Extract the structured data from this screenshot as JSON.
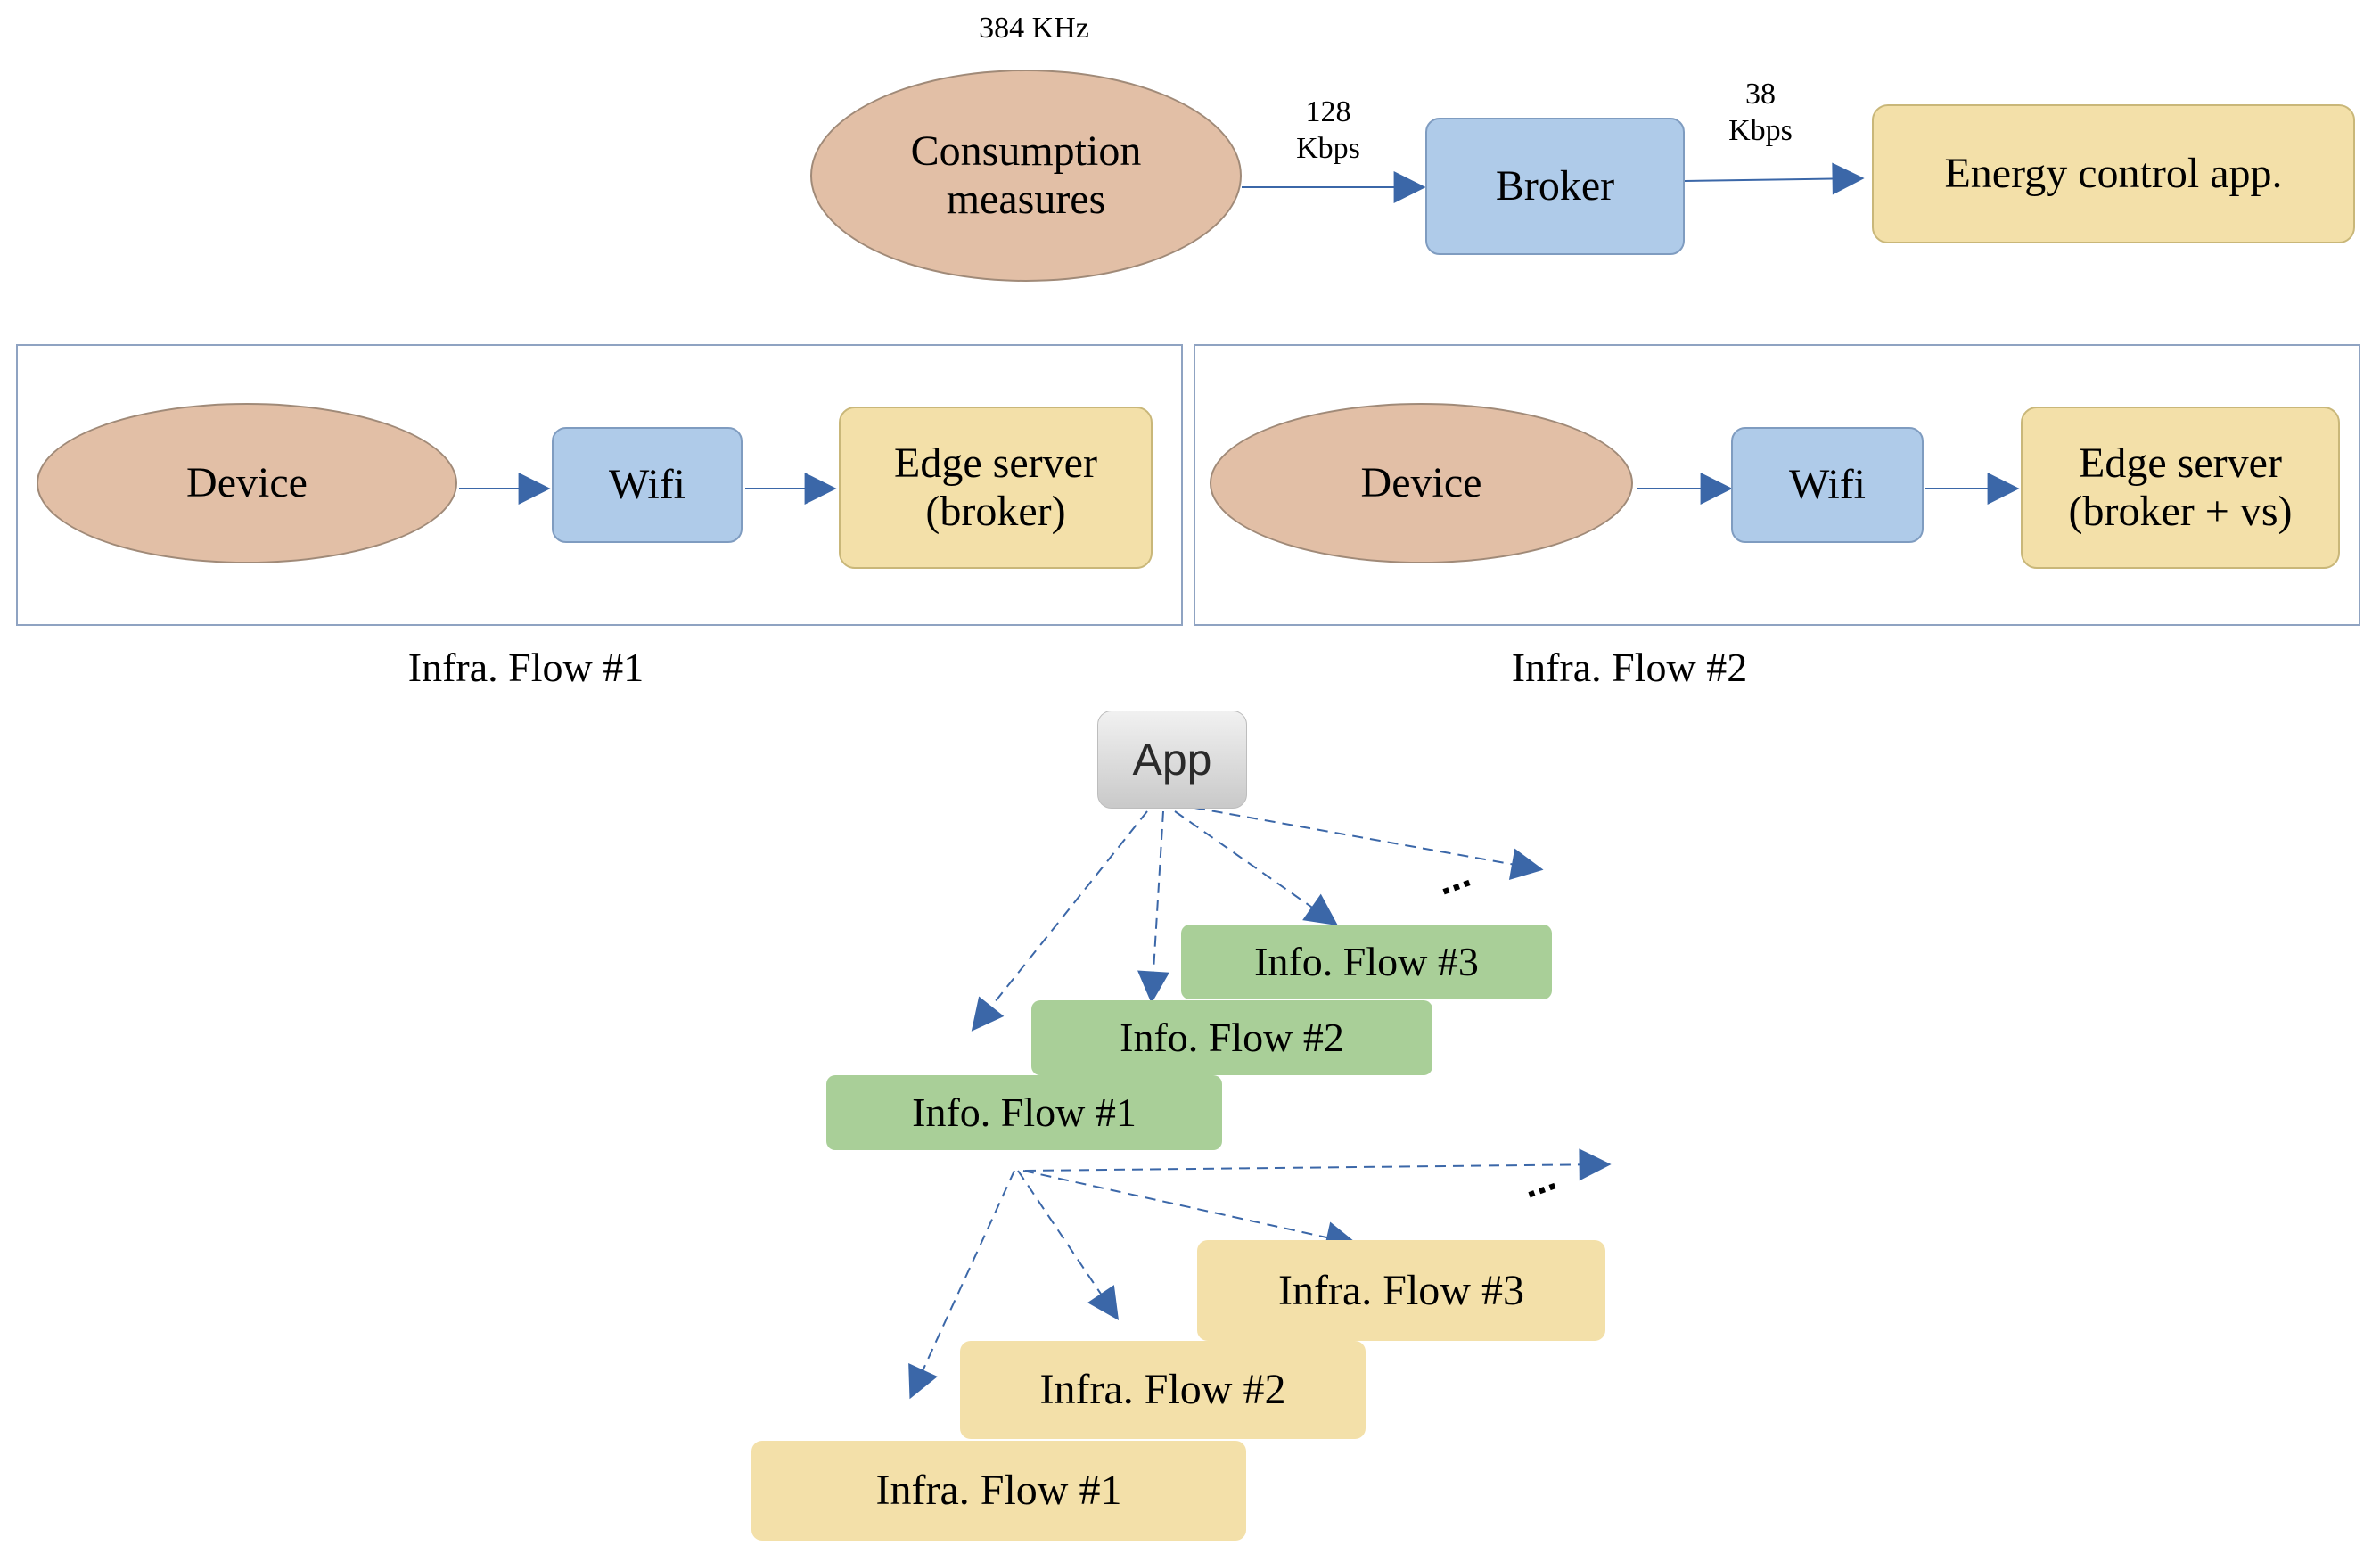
{
  "top": {
    "frequency": "384 KHz",
    "source": {
      "line1": "Consumption",
      "line2": "measures"
    },
    "rate1": {
      "line1": "128",
      "line2": "Kbps"
    },
    "broker": "Broker",
    "rate2": {
      "line1": "38",
      "line2": "Kbps"
    },
    "target": "Energy control app."
  },
  "panels": [
    {
      "device": "Device",
      "wifi": "Wifi",
      "server": {
        "line1": "Edge server",
        "line2": "(broker)"
      },
      "caption": "Infra. Flow #1"
    },
    {
      "device": "Device",
      "wifi": "Wifi",
      "server": {
        "line1": "Edge server",
        "line2": "(broker + vs)"
      },
      "caption": "Infra. Flow #2"
    }
  ],
  "app": {
    "label": "App"
  },
  "info_flows": [
    "Info. Flow #1",
    "Info. Flow #2",
    "Info. Flow #3"
  ],
  "infra_flows": [
    "Infra. Flow #1",
    "Infra. Flow #2",
    "Infra. Flow #3"
  ],
  "ellipsis": "...",
  "colors": {
    "arrow": "#3b67a8",
    "ellipse": "#e2bfa6",
    "blue_box": "#afcbe9",
    "yellow_box": "#f3e0a9",
    "green_box": "#a9cf98"
  }
}
